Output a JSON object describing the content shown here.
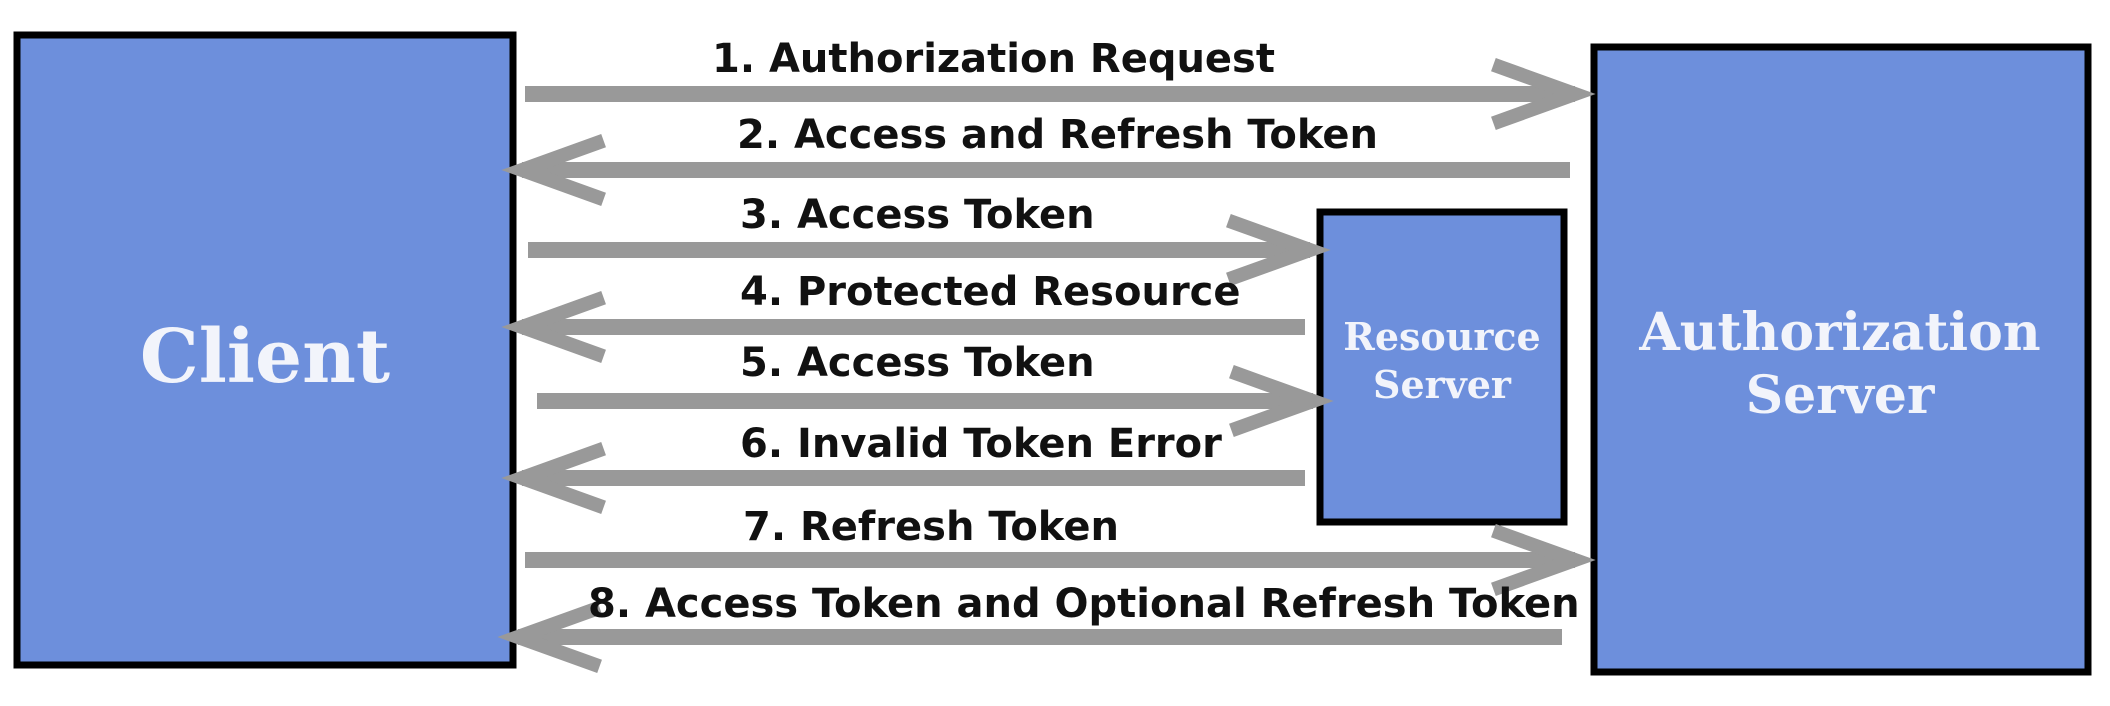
{
  "nodes": {
    "client": {
      "label_lines": [
        "Client"
      ]
    },
    "resource_server": {
      "label_lines": [
        "Resource",
        "Server"
      ]
    },
    "authorization_server": {
      "label_lines": [
        "Authorization",
        "Server"
      ]
    }
  },
  "messages": [
    {
      "label": "1. Authorization Request",
      "from": "client",
      "to": "authorization_server"
    },
    {
      "label": "2. Access and Refresh Token",
      "from": "authorization_server",
      "to": "client"
    },
    {
      "label": "3. Access Token",
      "from": "client",
      "to": "resource_server"
    },
    {
      "label": "4. Protected Resource",
      "from": "resource_server",
      "to": "client"
    },
    {
      "label": "5. Access Token",
      "from": "client",
      "to": "resource_server"
    },
    {
      "label": "6. Invalid Token Error",
      "from": "resource_server",
      "to": "client"
    },
    {
      "label": "7. Refresh Token",
      "from": "client",
      "to": "authorization_server"
    },
    {
      "label": "8. Access Token and Optional Refresh Token",
      "from": "authorization_server",
      "to": "client"
    }
  ],
  "colors": {
    "box_fill": "#6d8fdc",
    "box_border": "#000000",
    "arrow": "#999999",
    "box_text": "#f2f4fb",
    "message_text": "#111111"
  }
}
